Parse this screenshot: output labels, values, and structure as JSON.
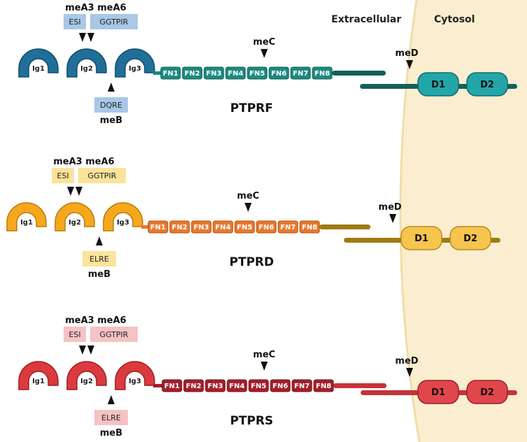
{
  "regions": {
    "extracellular": "Extracellular",
    "cytosol": "Cytosol"
  },
  "colors": {
    "cytosol_bg": "#fbeed0",
    "membrane": "#f2dca8"
  },
  "proteins": [
    {
      "name": "PTPRF",
      "colors": {
        "ig": "#1f6f98",
        "ig_stroke": "#144d6c",
        "fn": "#1c8a80",
        "fn_stroke": "#0f5c55",
        "d": "#23a6a8",
        "d_stroke": "#106a6c",
        "stalk": "#155e5a",
        "box": "#a9c7e6"
      },
      "ig": [
        "Ig1",
        "Ig2",
        "Ig3"
      ],
      "fn": [
        "FN1",
        "FN2",
        "FN3",
        "FN4",
        "FN5",
        "FN6",
        "FN7",
        "FN8"
      ],
      "d": [
        "D1",
        "D2"
      ],
      "meA3": {
        "label": "meA3",
        "box": "ESI"
      },
      "meA6": {
        "label": "meA6",
        "box": "GGTPIR"
      },
      "meB": {
        "label": "meB",
        "box": "DQRE"
      },
      "meC": {
        "label": "meC"
      },
      "meD": {
        "label": "meD"
      }
    },
    {
      "name": "PTPRD",
      "colors": {
        "ig": "#f5a81c",
        "ig_stroke": "#b97a0c",
        "fn": "#e8782c",
        "fn_stroke": "#a94f14",
        "d": "#f7c54e",
        "d_stroke": "#b58a1c",
        "stalk": "#9e7b14",
        "box": "#fbe39a"
      },
      "ig": [
        "Ig1",
        "Ig2",
        "Ig3"
      ],
      "fn": [
        "FN1",
        "FN2",
        "FN3",
        "FN4",
        "FN5",
        "FN6",
        "FN7",
        "FN8"
      ],
      "d": [
        "D1",
        "D2"
      ],
      "meA3": {
        "label": "meA3",
        "box": "ESI"
      },
      "meA6": {
        "label": "meA6",
        "box": "GGTPIR"
      },
      "meB": {
        "label": "meB",
        "box": "ELRE"
      },
      "meC": {
        "label": "meC"
      },
      "meD": {
        "label": "meD"
      }
    },
    {
      "name": "PTPRS",
      "colors": {
        "ig": "#db3a3e",
        "ig_stroke": "#9c1f24",
        "fn": "#a41f2a",
        "fn_stroke": "#6c1119",
        "d": "#e0464b",
        "d_stroke": "#9c1f24",
        "stalk": "#c5323a",
        "box": "#f6c2c4"
      },
      "ig": [
        "Ig1",
        "Ig2",
        "Ig3"
      ],
      "fn": [
        "FN1",
        "FN2",
        "FN3",
        "FN4",
        "FN5",
        "FN6",
        "FN7",
        "FN8"
      ],
      "d": [
        "D1",
        "D2"
      ],
      "meA3": {
        "label": "meA3",
        "box": "ESI"
      },
      "meA6": {
        "label": "meA6",
        "box": "GGTPIR"
      },
      "meB": {
        "label": "meB",
        "box": "ELRE"
      },
      "meC": {
        "label": "meC"
      },
      "meD": {
        "label": "meD"
      }
    }
  ]
}
